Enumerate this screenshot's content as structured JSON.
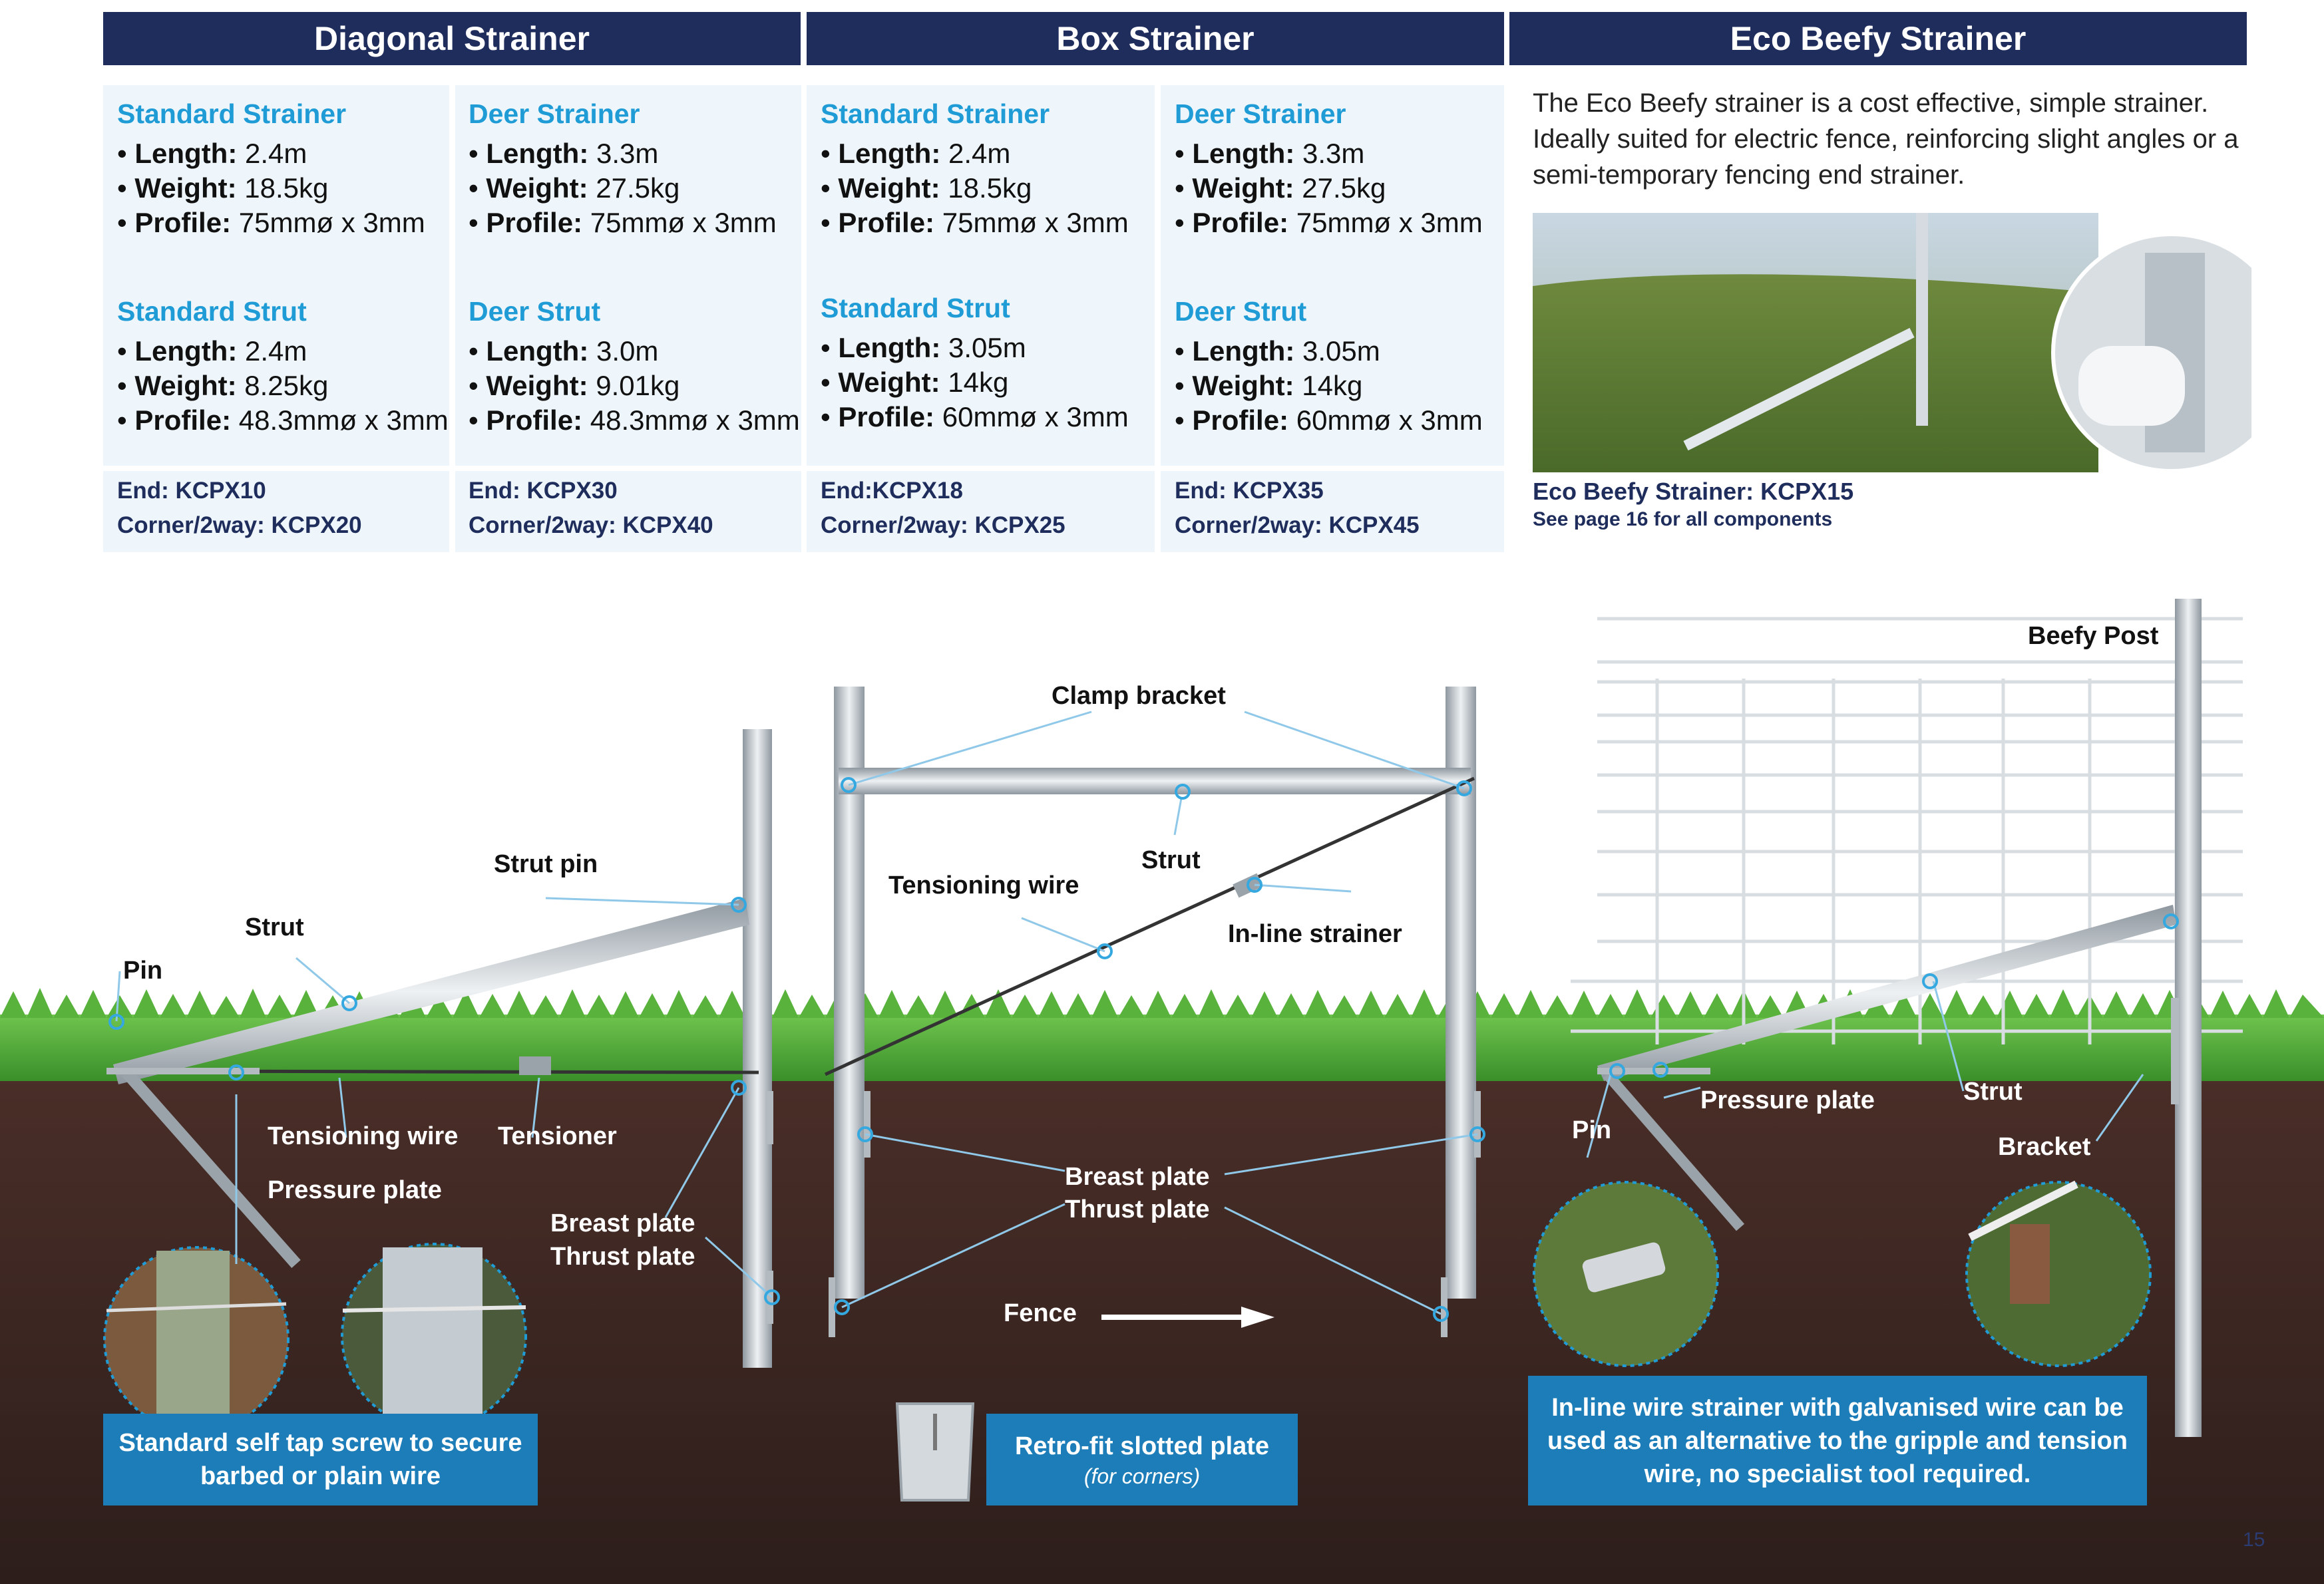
{
  "headers": {
    "diagonal": "Diagonal Strainer",
    "box": "Box Strainer",
    "eco": "Eco Beefy Strainer"
  },
  "diagonal": {
    "standard_strainer": {
      "title": "Standard Strainer",
      "length_label": "Length:",
      "length": "2.4m",
      "weight_label": "Weight:",
      "weight": "18.5kg",
      "profile_label": "Profile:",
      "profile": "75mmø x 3mm"
    },
    "deer_strainer": {
      "title": "Deer Strainer",
      "length_label": "Length:",
      "length": "3.3m",
      "weight_label": "Weight:",
      "weight": "27.5kg",
      "profile_label": "Profile:",
      "profile": "75mmø x 3mm"
    },
    "standard_strut": {
      "title": "Standard Strut",
      "length_label": "Length:",
      "length": "2.4m",
      "weight_label": "Weight:",
      "weight": "8.25kg",
      "profile_label": "Profile:",
      "profile": "48.3mmø x 3mm"
    },
    "deer_strut": {
      "title": "Deer Strut",
      "length_label": "Length:",
      "length": "3.0m",
      "weight_label": "Weight:",
      "weight": "9.01kg",
      "profile_label": "Profile:",
      "profile": "48.3mmø x 3mm"
    },
    "standard_codes": {
      "end": "End: KCPX10",
      "corner": "Corner/2way: KCPX20"
    },
    "deer_codes": {
      "end": "End: KCPX30",
      "corner": "Corner/2way: KCPX40"
    }
  },
  "box": {
    "standard_strainer": {
      "title": "Standard Strainer",
      "length_label": "Length:",
      "length": "2.4m",
      "weight_label": "Weight:",
      "weight": "18.5kg",
      "profile_label": "Profile:",
      "profile": "75mmø x 3mm"
    },
    "deer_strainer": {
      "title": "Deer Strainer",
      "length_label": "Length:",
      "length": "3.3m",
      "weight_label": "Weight:",
      "weight": "27.5kg",
      "profile_label": "Profile:",
      "profile": "75mmø x 3mm"
    },
    "standard_strut": {
      "title": "Standard Strut",
      "length_label": "Length:",
      "length": "3.05m",
      "weight_label": "Weight:",
      "weight": "14kg",
      "profile_label": "Profile:",
      "profile": "60mmø x 3mm"
    },
    "deer_strut": {
      "title": "Deer Strut",
      "length_label": "Length:",
      "length": "3.05m",
      "weight_label": "Weight:",
      "weight": "14kg",
      "profile_label": "Profile:",
      "profile": "60mmø x 3mm"
    },
    "standard_codes": {
      "end": "End:KCPX18",
      "corner": "Corner/2way: KCPX25"
    },
    "deer_codes": {
      "end": "End: KCPX35",
      "corner": "Corner/2way: KCPX45"
    }
  },
  "eco": {
    "description": "The Eco Beefy strainer is a cost effective, simple strainer. Ideally suited for electric fence, reinforcing slight angles or a semi-temporary fencing end strainer.",
    "code": "Eco Beefy Strainer: KCPX15",
    "see_page": "See page 16 for all components"
  },
  "diagram_labels": {
    "pin": "Pin",
    "strut": "Strut",
    "strut_pin": "Strut pin",
    "tensioning_wire": "Tensioning wire",
    "tensioner": "Tensioner",
    "pressure_plate": "Pressure plate",
    "breast_plate": "Breast plate",
    "thrust_plate": "Thrust plate",
    "clamp_bracket": "Clamp bracket",
    "box_strut": "Strut",
    "box_tensioning_wire": "Tensioning wire",
    "inline_strainer": "In-line strainer",
    "box_breast_plate": "Breast plate",
    "box_thrust_plate": "Thrust plate",
    "fence": "Fence",
    "beefy_post": "Beefy Post",
    "eco_pin": "Pin",
    "eco_pressure_plate": "Pressure plate",
    "eco_strut": "Strut",
    "bracket": "Bracket"
  },
  "banners": {
    "self_tap": "Standard self tap screw to secure barbed or plain wire",
    "retrofit_title": "Retro-fit slotted plate",
    "retrofit_sub": "(for corners)",
    "inline_wire": "In-line wire strainer with galvanised wire can be used as an alternative to the gripple and tension wire, no specialist tool required."
  },
  "page_number": "15",
  "colors": {
    "header_bg": "#1f2d5c",
    "accent_blue": "#1f9bd6",
    "banner_bg": "#1d7db8",
    "grass": "#4caf3a",
    "soil": "#3a2420"
  }
}
